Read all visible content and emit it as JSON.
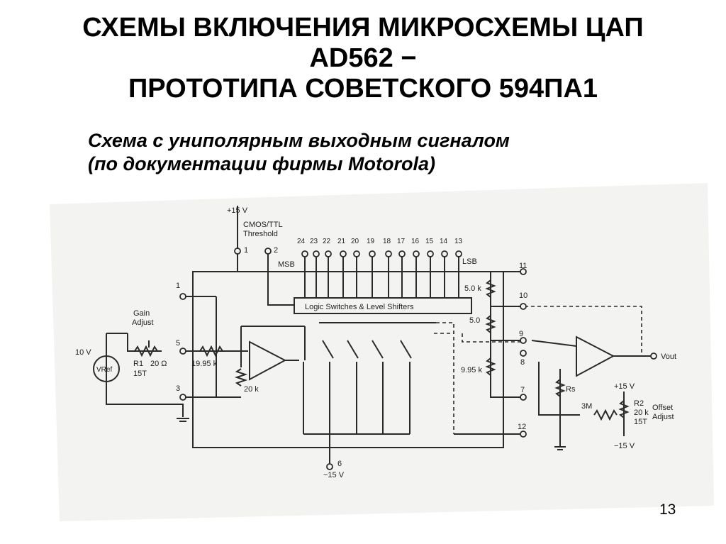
{
  "title": {
    "line1": "СХЕМЫ ВКЛЮЧЕНИЯ МИКРОСХЕМЫ ЦАП",
    "line2": "AD562 −",
    "line3": "ПРОТОТИПА СОВЕТСКОГО 594ПА1"
  },
  "subtitle": {
    "line1": "Схема с униполярным выходным сигналом",
    "line2": "(по документации фирмы Motorola)"
  },
  "diagram": {
    "supply_pos": "+15 V",
    "supply_neg": "−15 V",
    "cmos_label": "CMOS/TTL",
    "threshold_label": "Threshold",
    "pin1": "1",
    "pin2": "2",
    "pin3": "3",
    "pin5": "5",
    "pin6": "6",
    "pin7": "7",
    "pin8": "8",
    "pin9": "9",
    "pin10": "10",
    "pin11": "11",
    "pin12": "12",
    "data_pins": [
      "24",
      "23",
      "22",
      "21",
      "20",
      "19",
      "18",
      "17",
      "16",
      "15",
      "14",
      "13"
    ],
    "msb": "MSB",
    "lsb": "LSB",
    "logic_block": "Logic Switches & Level Shifters",
    "gain_adjust": "Gain\nAdjust",
    "ref_voltage": "10 V",
    "vref": "VRef",
    "r1": "R1",
    "r1_value": "20 Ω",
    "r1_turns": "15T",
    "res_1995k": "19.95 k",
    "res_20k": "20 k",
    "res_5k": "5.0 k",
    "res_5k_b": "5.0\nk",
    "res_995k": "9.95 k",
    "rs": "Rs",
    "res_3m": "3M",
    "r2": "R2",
    "r2_value": "20 k",
    "r2_turns": "15T",
    "offset_adjust": "Offset\nAdjust",
    "vout": "Vout",
    "output_supply_pos": "+15 V",
    "output_supply_neg": "−15 V",
    "bottom_supply": "−15 V"
  },
  "page_number": "13"
}
